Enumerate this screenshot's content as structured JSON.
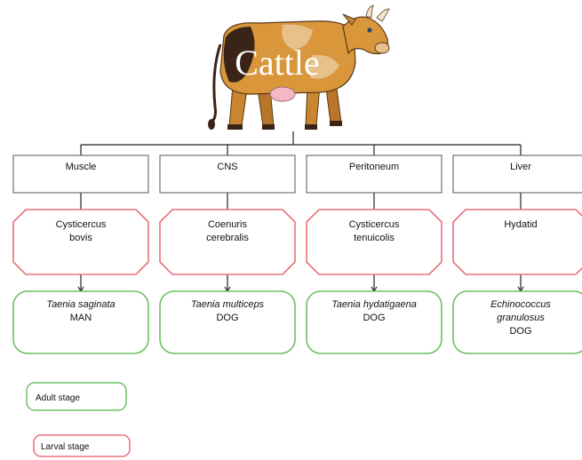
{
  "title": "Cattle",
  "colors": {
    "connector": "#222222",
    "site_border": "#555555",
    "larval_border": "#e8707a",
    "adult_border": "#6cc060",
    "cow_body": "#d9963a",
    "cow_spots": "#3a2418"
  },
  "sites": [
    {
      "site": "Muscle",
      "larval": [
        "Cysticercus",
        "bovis"
      ],
      "adult": [
        {
          "text": "Taenia saginata",
          "italic": true
        },
        {
          "text": "MAN",
          "italic": false
        }
      ]
    },
    {
      "site": "CNS",
      "larval": [
        "Coenuris",
        "cerebralis"
      ],
      "adult": [
        {
          "text": "Taenia multiceps",
          "italic": true
        },
        {
          "text": "DOG",
          "italic": false
        }
      ]
    },
    {
      "site": "Peritoneum",
      "larval": [
        "Cysticercus",
        "tenuicolis"
      ],
      "adult": [
        {
          "text": "Taenia hydatigaena",
          "italic": true
        },
        {
          "text": "DOG",
          "italic": false
        }
      ]
    },
    {
      "site": "Liver",
      "larval": [
        "Hydatid"
      ],
      "adult": [
        {
          "text": "Echinococcus",
          "italic": true
        },
        {
          "text": "granulosus",
          "italic": true
        },
        {
          "text": "DOG",
          "italic": false
        }
      ]
    }
  ],
  "legend": {
    "adult": "Adult stage",
    "larval": "Larval stage"
  }
}
